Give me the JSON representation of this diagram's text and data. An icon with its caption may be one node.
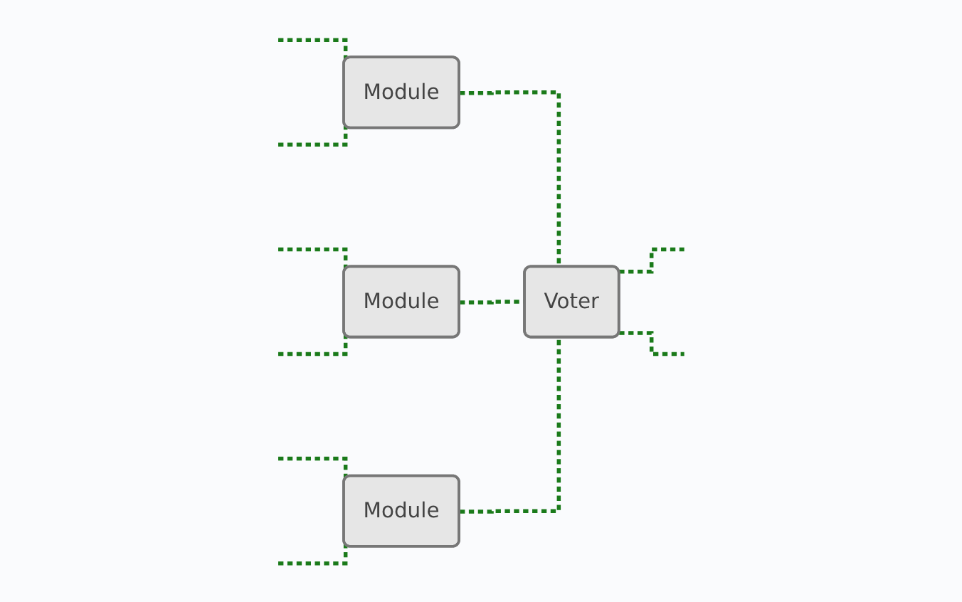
{
  "diagram": {
    "nodes": [
      {
        "text": [
          "Module"
        ]
      },
      {
        "text": [
          "Module"
        ]
      },
      {
        "text": [
          "Module"
        ]
      },
      {
        "text": [
          "Voter"
        ]
      }
    ],
    "edges": [
      {
        "from": null,
        "to": 0,
        "arrow": "none",
        "style": "dashed",
        "color": "#1a7a1a"
      },
      {
        "from": null,
        "to": 1,
        "arrow": "none",
        "style": "dashed",
        "color": "#1a7a1a"
      },
      {
        "from": null,
        "to": 2,
        "arrow": "none",
        "style": "dashed",
        "color": "#1a7a1a"
      },
      {
        "from": null,
        "to": 0,
        "arrow": "none",
        "style": "dashed",
        "color": "#1a7a1a"
      },
      {
        "from": null,
        "to": 1,
        "arrow": "none",
        "style": "dashed",
        "color": "#1a7a1a"
      },
      {
        "from": null,
        "to": 2,
        "arrow": "none",
        "style": "dashed",
        "color": "#1a7a1a"
      },
      {
        "from": 0,
        "to": 3,
        "arrow": "none",
        "style": "dashed",
        "color": "#1a7a1a"
      },
      {
        "from": 1,
        "to": 3,
        "arrow": "none",
        "style": "dashed",
        "color": "#1a7a1a"
      },
      {
        "from": 2,
        "to": 3,
        "arrow": "none",
        "style": "dashed",
        "color": "#1a7a1a"
      },
      {
        "from": 3,
        "to": null,
        "arrow": "none",
        "style": "dashed",
        "color": "#1a7a1a"
      },
      {
        "from": 3,
        "to": null,
        "arrow": "none",
        "style": "dashed",
        "color": "#1a7a1a"
      }
    ]
  }
}
